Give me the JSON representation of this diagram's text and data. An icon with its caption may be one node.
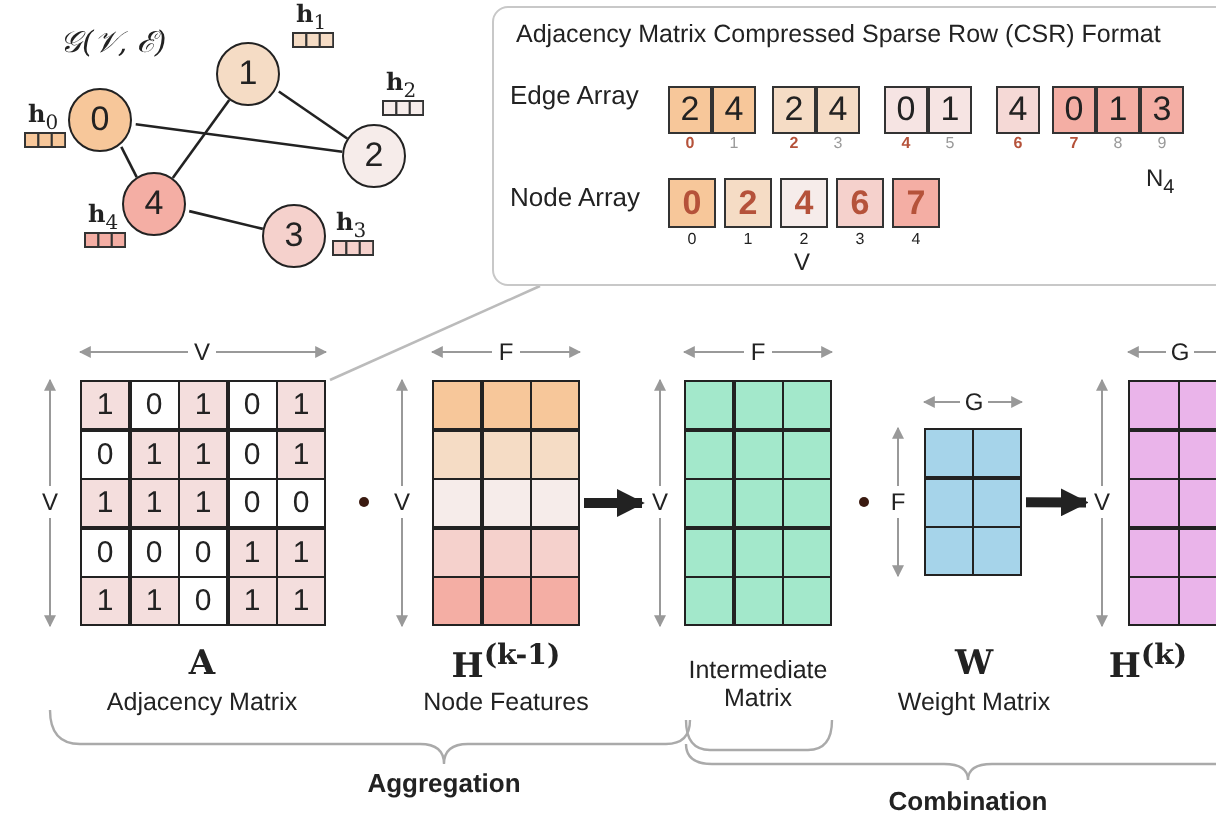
{
  "diagram": {
    "nodes": [
      {
        "text": [
          "0"
        ],
        "beside": [
          "**h**$_{0}$"
        ]
      },
      {
        "text": [
          "1"
        ],
        "beside": [
          "**h**$_{1}$"
        ]
      },
      {
        "text": [
          "2"
        ],
        "beside": [
          "**h**$_{2}$"
        ]
      },
      {
        "text": [
          "3"
        ],
        "beside": [
          "**h**$_{3}$"
        ]
      },
      {
        "text": [
          "4"
        ],
        "beside": [
          "**h**$_{4}$"
        ]
      },
      {
        "text": [
          "Adjacency Matrix Compressed Sparse Row (CSR) Format"
        ]
      },
      {
        "text": [],
        "shape": "box",
        "beside": [
          "A",
          "Adjacency Matrix"
        ]
      },
      {
        "text": [],
        "shape": "box",
        "beside": [
          "H$^{(k-1)}$",
          "Node Features"
        ]
      },
      {
        "text": [],
        "shape": "box",
        "beside": [
          "Intermediate Matrix"
        ]
      },
      {
        "text": [],
        "shape": "box",
        "beside": [
          "W",
          "Weight Matrix"
        ]
      },
      {
        "text": [],
        "shape": "box",
        "beside": [
          "H$^{(k)}$"
        ]
      }
    ],
    "edges": [
      {
        "from": 0,
        "to": 2,
        "arrow": "none"
      },
      {
        "from": 0,
        "to": 4,
        "arrow": "none"
      },
      {
        "from": 1,
        "to": 2,
        "arrow": "none"
      },
      {
        "from": 1,
        "to": 4,
        "arrow": "none"
      },
      {
        "from": 4,
        "to": 3,
        "arrow": "none"
      },
      {
        "from": 6,
        "to": 5,
        "arrow": "none",
        "color": "#bbbbbb"
      },
      {
        "from": 7,
        "to": 8,
        "arrow": "to",
        "style": "thick"
      },
      {
        "from": 9,
        "to": 10,
        "arrow": "to",
        "style": "thick"
      }
    ],
    "labels": [
      "𝒢(𝒱, ℰ)",
      "Edge Array",
      "2",
      "4",
      "2",
      "4",
      "0",
      "1",
      "4",
      "0",
      "1",
      "3",
      "0",
      "1",
      "2",
      "3",
      "4",
      "5",
      "6",
      "7",
      "8",
      "9",
      "N$_{4}$",
      "Node Array",
      "0",
      "2",
      "4",
      "6",
      "7",
      "0",
      "1",
      "2",
      "3",
      "4",
      "V",
      "V",
      "V",
      "1",
      "0",
      "1",
      "0",
      "1",
      "0",
      "1",
      "1",
      "0",
      "1",
      "1",
      "1",
      "1",
      "0",
      "0",
      "0",
      "0",
      "0",
      "1",
      "1",
      "1",
      "1",
      "0",
      "1",
      "1",
      "F",
      "V",
      "F",
      "V",
      "G",
      "F",
      "G",
      "V",
      "Aggregation",
      "Combination"
    ]
  }
}
